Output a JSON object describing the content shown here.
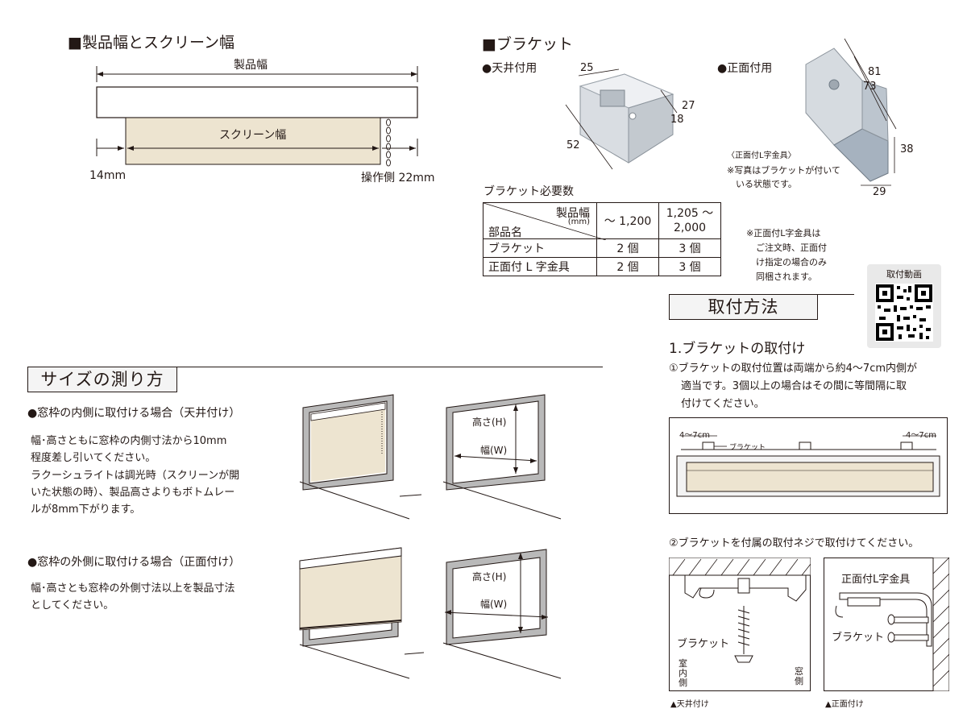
{
  "product_width": {
    "title": "■製品幅とスクリーン幅",
    "product_label": "製品幅",
    "screen_label": "スクリーン幅",
    "left_margin": "14mm",
    "right_margin": "操作側 22mm"
  },
  "bracket": {
    "title": "■ブラケット",
    "ceiling_label": "●天井付用",
    "front_label": "●正面付用",
    "ceiling_dims": [
      "25",
      "27",
      "18",
      "52"
    ],
    "front_dims": [
      "81",
      "73",
      "38",
      "29"
    ],
    "front_note_1": "〈正面付L字金具〉",
    "front_note_2": "※写真はブラケットが付いて",
    "front_note_3": "いる状態です。"
  },
  "required": {
    "title": "ブラケット必要数",
    "header_top": "製品幅",
    "header_unit": "(mm)",
    "header_bottom": "部品名",
    "col1": "～ 1,200",
    "col2a": "1,205 ～",
    "col2b": "2,000",
    "rows": [
      {
        "name": "ブラケット",
        "a": "2 個",
        "b": "3 個"
      },
      {
        "name": "正面付 L 字金具",
        "a": "2 個",
        "b": "3 個"
      }
    ],
    "note_1": "※正面付L字金具は",
    "note_2": "ご注文時、正面付",
    "note_3": "け指定の場合のみ",
    "note_4": "同梱されます。"
  },
  "qr": {
    "label": "取付動画"
  },
  "install": {
    "title": "取付方法",
    "step1_title": "1.ブラケットの取付け",
    "step1_text_1": "①ブラケットの取付位置は両端から約4～7cm内側が",
    "step1_text_2": "適当です。3個以上の場合はその間に等間隔に取",
    "step1_text_3": "付けてください。",
    "diag_left": "4～7cm",
    "diag_right": "4～7cm",
    "diag_bracket": "ブラケット",
    "step2_text": "②ブラケットを付属の取付ネジで取付けてください。",
    "left_bracket": "ブラケット",
    "left_indoor": "室内側",
    "left_window": "窓側",
    "left_caption": "▲天井付け",
    "right_fitting": "正面付L字金具",
    "right_bracket": "ブラケット",
    "right_caption": "▲正面付け"
  },
  "size": {
    "title": "サイズの測り方",
    "inside_title": "●窓枠の内側に取付ける場合（天井付け）",
    "inside_1": "幅･高さともに窓枠の内側寸法から10mm",
    "inside_2": "程度差し引いてください。",
    "inside_3": "ラクーシュライトは調光時（スクリーンが開",
    "inside_4": "いた状態の時）、製品高さよりもボトムレー",
    "inside_5": "ルが8mm下がります。",
    "outside_title": "●窓枠の外側に取付ける場合（正面付け）",
    "outside_1": "幅･高さとも窓枠の外側寸法以上を製品寸法",
    "outside_2": "としてください。",
    "height_label": "高さ(H)",
    "width_label": "幅(W)"
  }
}
